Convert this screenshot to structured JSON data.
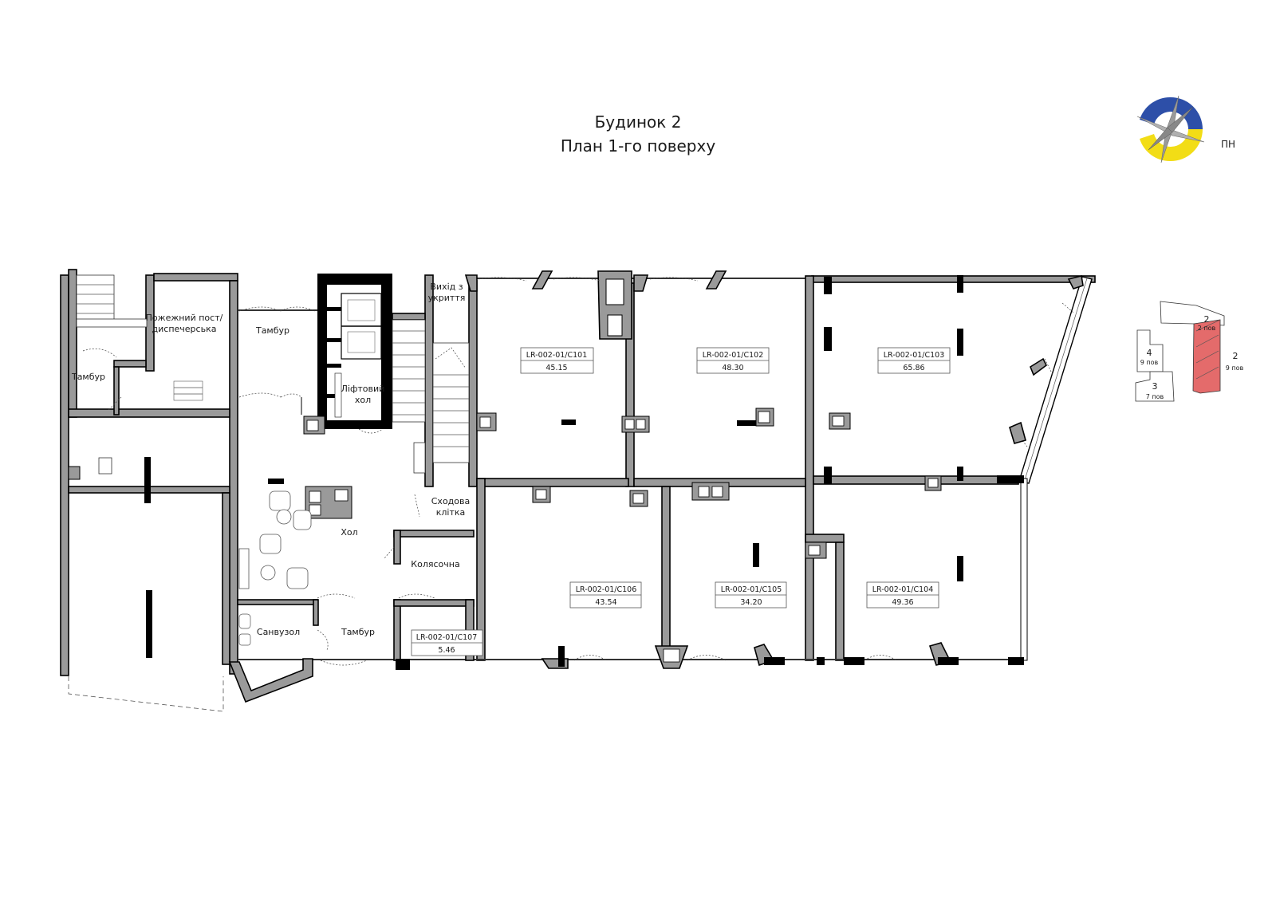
{
  "title": {
    "building": "Будинок 2",
    "floor_plan": "План 1-го поверху"
  },
  "compass": {
    "label": "ПН",
    "colors": {
      "blue": "#2d4fa8",
      "yellow": "#f2dd16",
      "gray": "#9a9a9a"
    }
  },
  "rooms": {
    "fire_post": "Пожежний пост/",
    "dispatch": "диспечерська",
    "tambur_top": "Тамбур",
    "tambur_left": "Тамбур",
    "lift_hall_1": "Ліфтовий",
    "lift_hall_2": "хол",
    "exit_1": "Вихід з",
    "exit_2": "укриття",
    "stair_1": "Сходова",
    "stair_2": "клітка",
    "hall": "Хол",
    "stroller": "Колясочна",
    "bathroom": "Санвузол",
    "tambur_bottom": "Тамбур"
  },
  "units": [
    {
      "code": "LR-002-01/C101",
      "area": "45.15"
    },
    {
      "code": "LR-002-01/C102",
      "area": "48.30"
    },
    {
      "code": "LR-002-01/C103",
      "area": "65.86"
    },
    {
      "code": "LR-002-01/C106",
      "area": "43.54"
    },
    {
      "code": "LR-002-01/C105",
      "area": "34.20"
    },
    {
      "code": "LR-002-01/C104",
      "area": "49.36"
    },
    {
      "code": "LR-002-01/C107",
      "area": "5.46"
    }
  ],
  "key_plan": {
    "b2_top": {
      "num": "2",
      "floors": "2 пов"
    },
    "b2_main": {
      "num": "2",
      "floors": "9 пов"
    },
    "b4": {
      "num": "4",
      "floors": "9 пов"
    },
    "b3": {
      "num": "3",
      "floors": "7 пов"
    },
    "highlight_color": "#e46b6b"
  }
}
